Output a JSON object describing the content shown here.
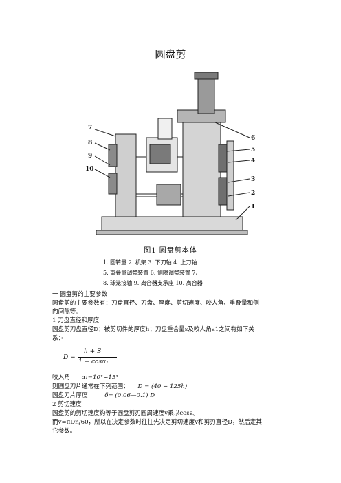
{
  "doc": {
    "title": "圆盘剪",
    "figure_caption": "图1   圆盘剪本体",
    "legend": [
      "1. 圆转量   2. 机架   3. 下刀轴   4. 上刀轴",
      "5. 重叠量调整装置   6. 侧隙调整装置   7、",
      "8. 球笼接轴   9. 离合器支承座   10. 离合器"
    ],
    "figure_labels": [
      "7",
      "8",
      "9",
      "10",
      "6",
      "5",
      "4",
      "3",
      "2",
      "1"
    ],
    "sec1_heading": "一  圆盘剪的主要参数",
    "sec1_p1": "圆盘剪的主要参数有：刀盘直径、刀盘、厚度、剪切速度、咬人角、重叠量和侧",
    "sec1_p1b": "向间隙等。",
    "sub1_heading": "1  刀盘直径和厚度",
    "sub1_p1": "  圆盘剪刀盘直径D；被剪切件的厚度h；刀盘重合量s及咬人角a1之间有如下关",
    "sub1_p1b": "系：·",
    "formula_D_lhs": "D =",
    "formula_num": "h + S",
    "formula_den": "1 − cosα₁",
    "bite_angle_label": "咬入角",
    "bite_angle_value": "α₁=10°~15°",
    "range_label": "则圆盘刀片通常在下列范围：",
    "range_value": "D = (40 − 125h)",
    "thickness_label": "圆盘刀片厚度",
    "thickness_value": "δ=  (0.06—0.1) D",
    "sub2_heading": "2  剪切速度",
    "sub2_p1": "      圆盘剪的剪切速度约等于圆盘剪刃圆周速度v乘以cosa。",
    "sub2_p2": "而v=πDn/60，所以在决定参数时往往先决定剪切速度v和剪刃直径D，然后定其",
    "sub2_p2b": "它参数。"
  }
}
